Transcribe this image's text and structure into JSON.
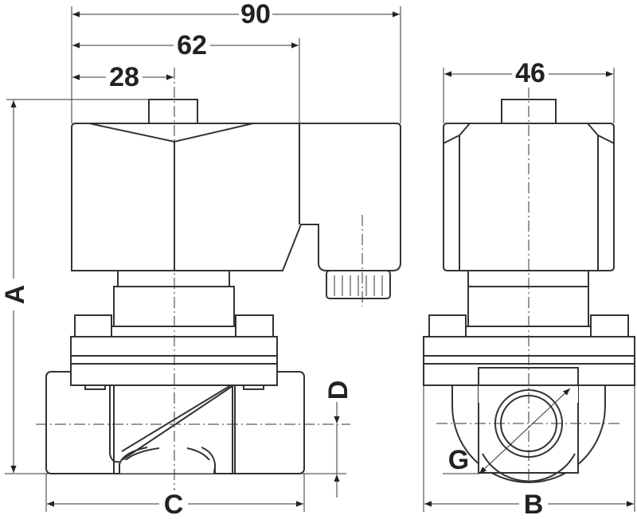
{
  "dimensions": {
    "overall_width": "90",
    "connector_width": "62",
    "nut_offset": "28",
    "side_width": "46",
    "height": "A",
    "flange_width": "B",
    "body_length": "C",
    "port_height": "D",
    "thread": "G"
  }
}
